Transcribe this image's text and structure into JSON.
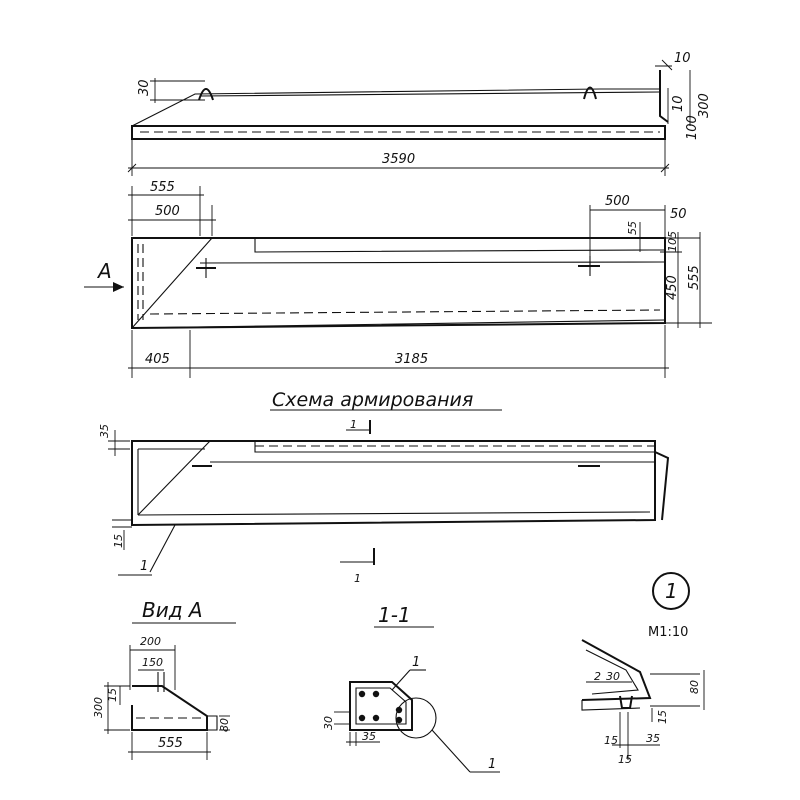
{
  "elevation": {
    "dims": {
      "length": "3590",
      "hook_height": "30",
      "top_10": "10",
      "vert_10": "10",
      "d100": "100",
      "d300": "300"
    }
  },
  "plan": {
    "view_label": "A",
    "dims": {
      "d555": "555",
      "d500_left": "500",
      "d500_right": "500",
      "d50": "50",
      "d55": "55",
      "d105": "105",
      "d450": "450",
      "d555_right": "555",
      "d405": "405",
      "d3185": "3185"
    }
  },
  "reinforcement": {
    "title": "Схема армирования",
    "section_mark": "1",
    "section_mark_bottom": "1",
    "bar_label": "1",
    "dims": {
      "d35": "35",
      "d15": "15"
    }
  },
  "view_a": {
    "title": "Вид А",
    "dims": {
      "d200": "200",
      "d150": "150",
      "d300": "300",
      "d15": "15",
      "d555": "555",
      "d80": "80"
    }
  },
  "section_1_1": {
    "title": "1-1",
    "bar_label_top": "1",
    "bar_label_bottom": "1",
    "dims": {
      "d30": "30",
      "d35": "35"
    }
  },
  "detail_1": {
    "marker": "1",
    "scale": "М1:10",
    "dims": {
      "d2": "2",
      "d30": "30",
      "d80": "80",
      "d15a": "15",
      "d35": "35",
      "d15b": "15"
    }
  }
}
